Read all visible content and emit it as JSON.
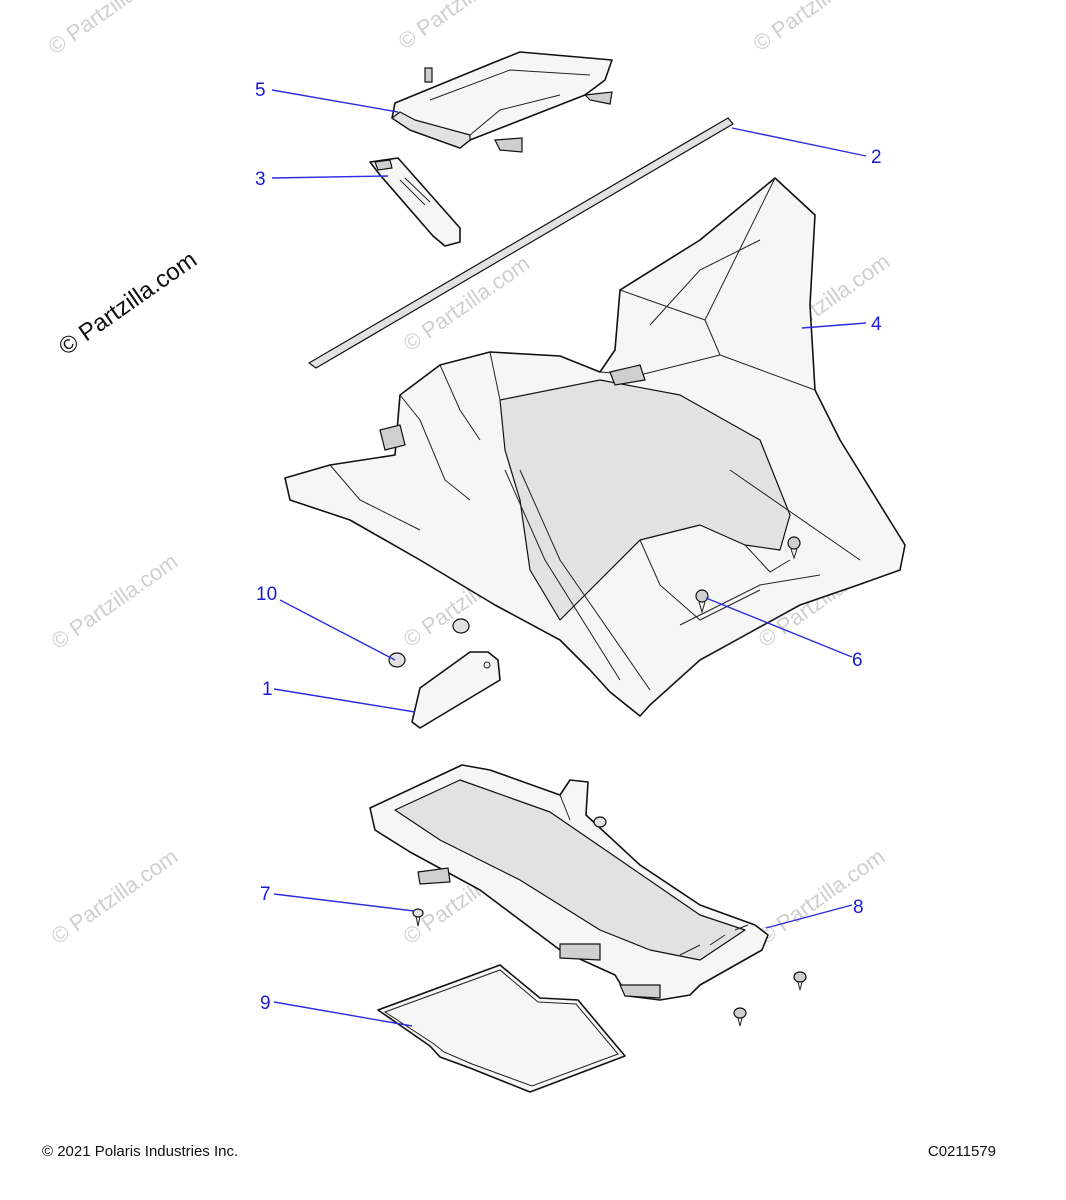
{
  "watermark": {
    "text": "© Partzilla.com",
    "brand": "© Partzilla.com"
  },
  "callouts": [
    {
      "id": "1",
      "label": "1"
    },
    {
      "id": "2",
      "label": "2"
    },
    {
      "id": "3",
      "label": "3"
    },
    {
      "id": "4",
      "label": "4"
    },
    {
      "id": "5",
      "label": "5"
    },
    {
      "id": "6",
      "label": "6"
    },
    {
      "id": "7",
      "label": "7"
    },
    {
      "id": "8",
      "label": "8"
    },
    {
      "id": "9",
      "label": "9"
    },
    {
      "id": "10",
      "label": "10"
    }
  ],
  "footer": {
    "copyright": "© 2021 Polaris Industries Inc.",
    "code": "C0211579"
  },
  "colors": {
    "callout": "#1a1ad6",
    "watermark": "#cfcfcf"
  }
}
